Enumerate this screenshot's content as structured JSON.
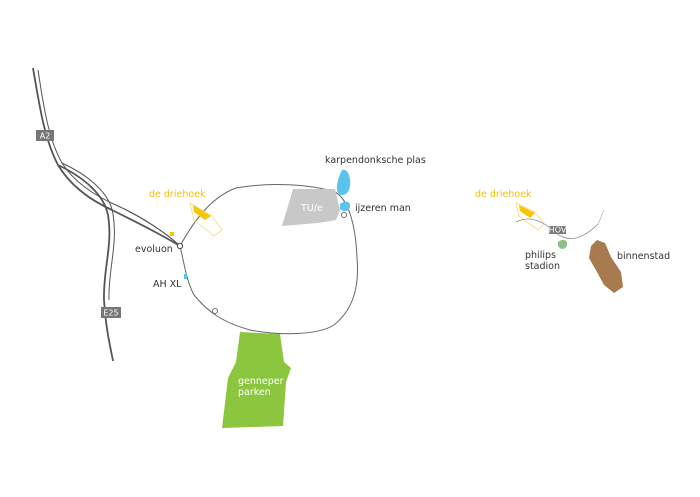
{
  "colors": {
    "background": "#ffffff",
    "ring_road": "#666666",
    "highway": "#555555",
    "shield_bg": "#777777",
    "water": "#5bc4ec",
    "park": "#8cc63f",
    "campus": "#c8c8c8",
    "driehoek": "#f7c600",
    "driehoek_outline": "#f2dc7a",
    "city_center": "#a87a4f",
    "stadium": "#8fbf8a",
    "label": "#333333",
    "label_highlight": "#f2c200"
  },
  "roads": {
    "a2_shield": "A2",
    "e25_shield": "E25",
    "station_shield": "HOV"
  },
  "labels": {
    "karpendonk": "karpendonksche plas",
    "ijzeren_man": "ijzeren man",
    "tue": "TU/e",
    "driehoek_left": "de driehoek",
    "evoluon": "evoluon",
    "ah_xl": "AH XL",
    "genneper_line1": "genneper",
    "genneper_line2": "parken",
    "driehoek_right": "de driehoek",
    "philips_line1": "philips",
    "philips_line2": "stadion",
    "binnenstad": "binnenstad"
  }
}
